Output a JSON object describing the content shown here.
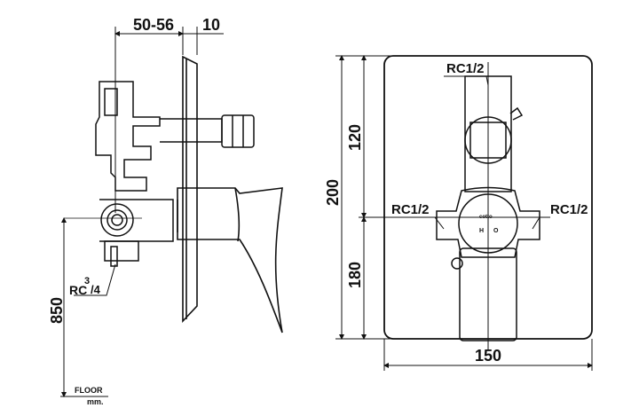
{
  "side_view": {
    "dim_depth": "50-56",
    "dim_plate": "10",
    "dim_height": "850",
    "outlet_label_main": "RC",
    "outlet_label_sup": "3",
    "outlet_label_sub": "/4",
    "floor_label": "FLOOR",
    "unit_label": "mm."
  },
  "front_view": {
    "dim_total_height": "200",
    "dim_upper": "120",
    "dim_lower": "180",
    "dim_width": "150",
    "port_top": "RC1/2",
    "port_left": "RC1/2",
    "port_right": "RC1/2",
    "hot_marker": "H",
    "cold_marker": "O",
    "brand_logo": "cotto"
  },
  "colors": {
    "line": "#111111",
    "background": "#ffffff"
  }
}
